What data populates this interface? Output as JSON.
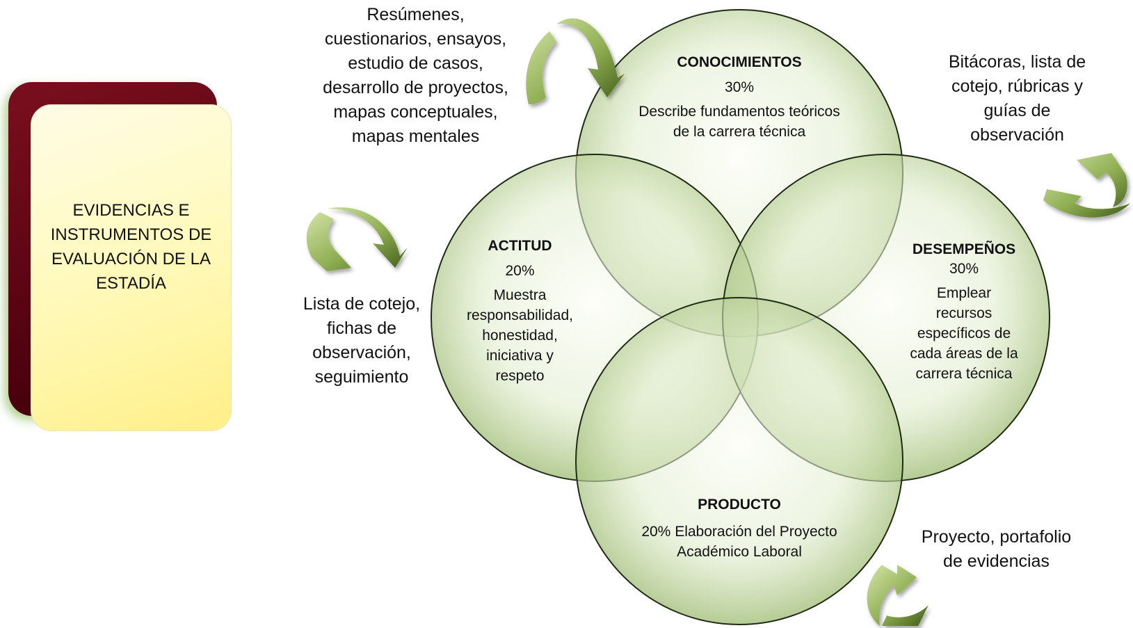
{
  "title_card": {
    "lines": [
      "EVIDENCIAS E",
      "INSTRUMENTOS DE",
      "EVALUACIÓN DE LA",
      "ESTADÍA"
    ]
  },
  "rings": {
    "conocimientos": {
      "title": "CONOCIMIENTOS",
      "percent": "30%",
      "description_lines": [
        "Describe fundamentos teóricos",
        "de la carrera  técnica"
      ]
    },
    "actitud": {
      "title": "ACTITUD",
      "percent": "20%",
      "description_lines": [
        "Muestra",
        "responsabilidad,",
        "honestidad,",
        "iniciativa y",
        "respeto"
      ]
    },
    "desempenos": {
      "title": "DESEMPEÑOS",
      "percent": "30%",
      "description_lines": [
        "Emplear",
        "recursos",
        "específicos de",
        "cada áreas de la",
        "carrera técnica"
      ]
    },
    "producto": {
      "title": "PRODUCTO",
      "description_lines": [
        "20% Elaboración del Proyecto",
        "Académico Laboral"
      ]
    }
  },
  "notes": {
    "conocimientos": [
      "Resúmenes,",
      "cuestionarios, ensayos,",
      "estudio de casos,",
      "desarrollo de proyectos,",
      "mapas conceptuales,",
      "mapas mentales"
    ],
    "desempenos": [
      "Bitácoras, lista de",
      "cotejo, rúbricas y",
      "guías de",
      "observación"
    ],
    "actitud": [
      "Lista de cotejo,",
      "fichas de",
      "observación,",
      "seguimiento"
    ],
    "producto": [
      "Proyecto, portafolio",
      "de evidencias"
    ]
  },
  "colors": {
    "ring_center": "#fafdf2",
    "ring_mid": "#d9e8c0",
    "ring_edge": "#a6c27e",
    "ring_stroke": "#1f2a14",
    "arrow_light": "#c9dc9c",
    "arrow_dark": "#4e6b22",
    "card_back": "#5a0412",
    "card_front": "#fff6a8"
  }
}
